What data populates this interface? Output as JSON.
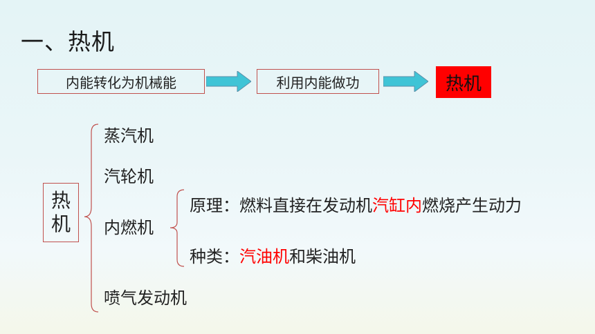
{
  "title": "一、热机",
  "flow": {
    "step1": "内能转化为机械能",
    "step2": "利用内能做功",
    "result": "热机"
  },
  "tree": {
    "root_line1": "热",
    "root_line2": "机",
    "items": [
      "蒸汽机",
      "汽轮机",
      "内燃机",
      "喷气发动机"
    ],
    "principle": {
      "label": "原理：",
      "text_before": "燃料直接在发动机",
      "highlight": "汽缸内",
      "text_after": "燃烧产生动力"
    },
    "types": {
      "label": "种类：",
      "highlight": "汽油机",
      "text_after": "和柴油机"
    }
  },
  "colors": {
    "accent_red": "#ff0000",
    "box_border": "#c0504d",
    "arrow_fill": "#3fc4d6",
    "bracket": "#c0504d"
  },
  "icons": {
    "flow_arrow": "right-arrow-icon"
  }
}
